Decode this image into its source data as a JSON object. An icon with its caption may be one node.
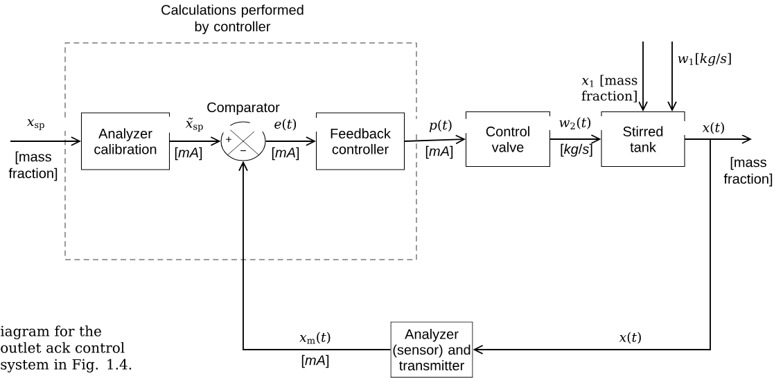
{
  "diagram": {
    "caption": "iagram for the outlet ack control system in Fig. 1.4.",
    "nodes": [
      {
        "text": [
          "Calculations performed by controller"
        ]
      },
      {
        "text": [
          "Analyzer calibration"
        ],
        "in": 0
      },
      {
        "text": [
          "+",
          "−"
        ],
        "beside": [
          "Comparator"
        ],
        "in": 0
      },
      {
        "text": [
          "Feedback controller"
        ],
        "in": 0
      },
      {
        "text": [
          "Control valve"
        ]
      },
      {
        "text": [
          "Stirred tank"
        ]
      },
      {
        "text": [
          "Analyzer (sensor) and transmitter"
        ]
      }
    ],
    "edges": [
      {
        "from": null,
        "to": 1,
        "arrow": "to",
        "label": "*x*$_{sp}$"
      },
      {
        "from": 1,
        "to": 2,
        "arrow": "to",
        "label": "*x̃*$_{sp}$"
      },
      {
        "from": 2,
        "to": 3,
        "arrow": "to",
        "label": "*e*(*t*)"
      },
      {
        "from": 3,
        "to": 4,
        "arrow": "to",
        "label": "*p*(*t*)"
      },
      {
        "from": 4,
        "to": 5,
        "arrow": "to",
        "label": "*w*$_{2}$(*t*)"
      },
      {
        "from": null,
        "to": 5,
        "arrow": "to",
        "label": "*x*$_{1}$ [mass fraction]"
      },
      {
        "from": null,
        "to": 5,
        "arrow": "to",
        "label": "*w*$_{1}$[*kg*/*s*]"
      },
      {
        "from": 5,
        "to": null,
        "arrow": "to",
        "label": "*x*(*t*)"
      },
      {
        "from": 5,
        "to": 6,
        "arrow": "to",
        "label": "*x*(*t*)"
      },
      {
        "from": 6,
        "to": 2,
        "arrow": "to",
        "label": "*x*$_{m}$(*t*)"
      }
    ],
    "labels": [
      "[mass fraction]",
      "[*mA*]",
      "[*mA*]",
      "[*mA*]",
      "[*kg*/*s*]",
      "[mass fraction]",
      "[*mA*]"
    ]
  }
}
